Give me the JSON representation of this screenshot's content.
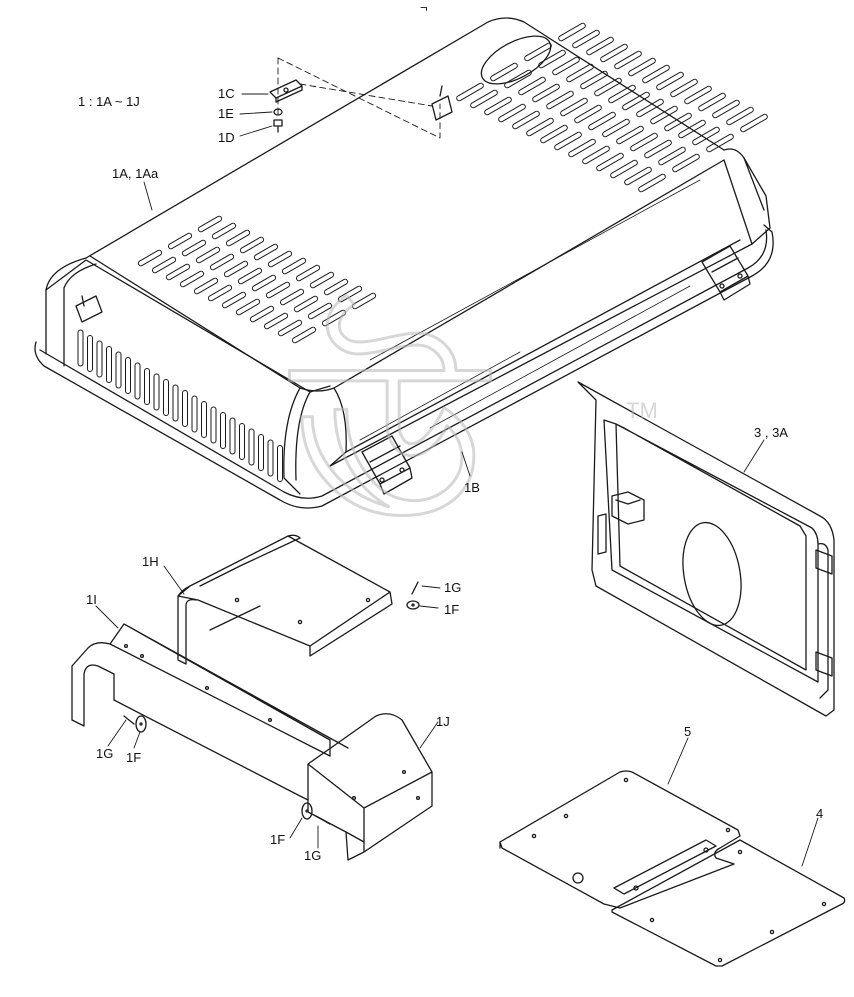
{
  "diagram": {
    "header_mark": "¬ ",
    "range_note": "1 : 1A ~ 1J",
    "watermark": {
      "text": "ঊ",
      "trademark": "TM",
      "color": "#b8b8b8"
    },
    "labels": {
      "l1c": "1C",
      "l1e": "1E",
      "l1d": "1D",
      "l1a": "1A, 1Aa",
      "l1b": "1B",
      "l1h": "1H",
      "l1i": "1I",
      "l1g_a": "1G",
      "l1f_a": "1F",
      "l1g_b": "1G",
      "l1f_b": "1F",
      "l1j": "1J",
      "l1f_c": "1F",
      "l1g_c": "1G",
      "l3": "3 , 3A",
      "l5": "5",
      "l4": "4"
    },
    "colors": {
      "line": "#1a1a1a",
      "background": "#ffffff"
    }
  }
}
